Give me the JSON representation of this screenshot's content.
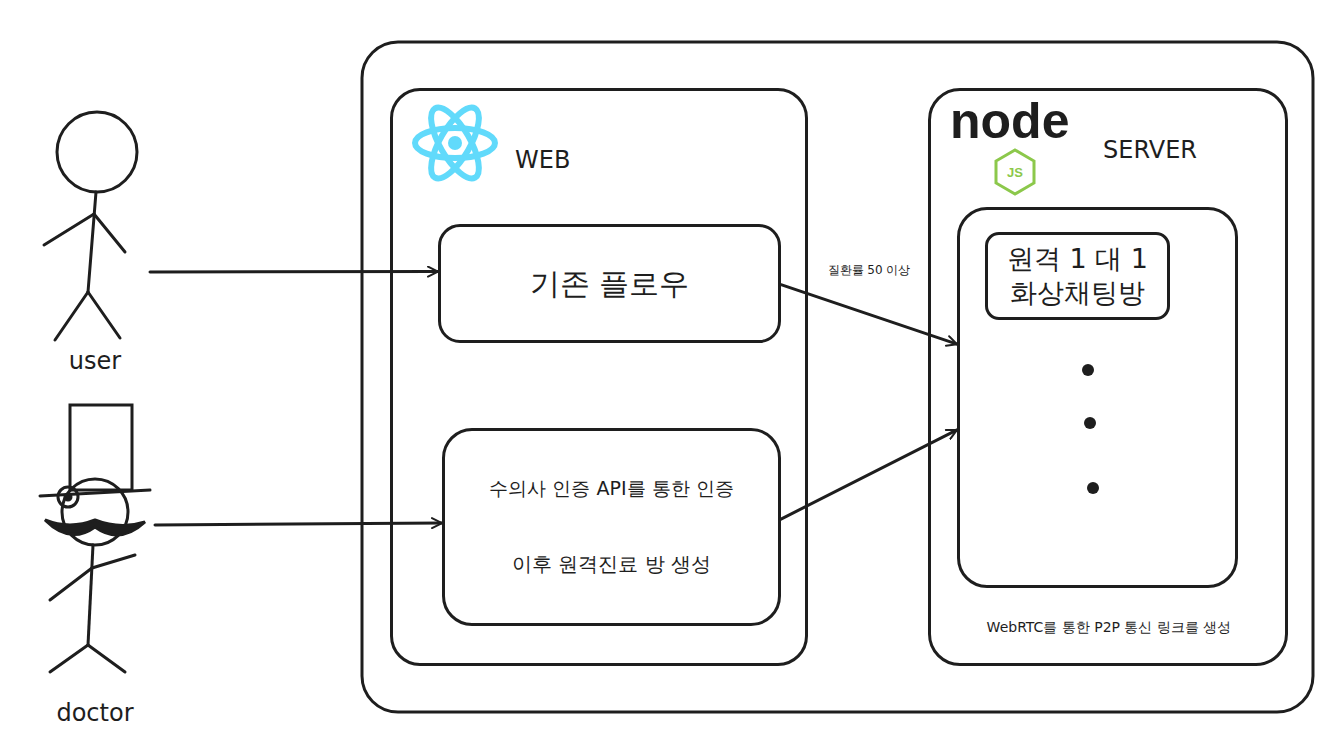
{
  "diagram": {
    "nodes": [
      {
        "text": [
          "user"
        ]
      },
      {
        "text": [
          "doctor"
        ]
      },
      {
        "text": [
          "WEB"
        ]
      },
      {
        "text": [
          "기존 플로우"
        ],
        "in": 2
      },
      {
        "text": [
          "수의사 인증 API를 통한 인증",
          "이후 원격진료 방 생성"
        ],
        "in": 2
      },
      {
        "text": [
          "SERVER",
          "WebRTC를 통한 P2P 통신 링크를 생성"
        ]
      },
      {
        "text": [],
        "in": 5
      },
      {
        "text": [
          "원격 1 대 1 화상채팅방"
        ],
        "in": 6
      }
    ],
    "edges": [
      {
        "from": 0,
        "to": 3,
        "arrow": "to"
      },
      {
        "from": 1,
        "to": 4,
        "arrow": "to"
      },
      {
        "from": 3,
        "to": 6,
        "label": "질환률 50 이상",
        "arrow": "to"
      },
      {
        "from": 4,
        "to": 6,
        "arrow": "to"
      }
    ],
    "labels": [
      "node",
      "JS"
    ]
  }
}
